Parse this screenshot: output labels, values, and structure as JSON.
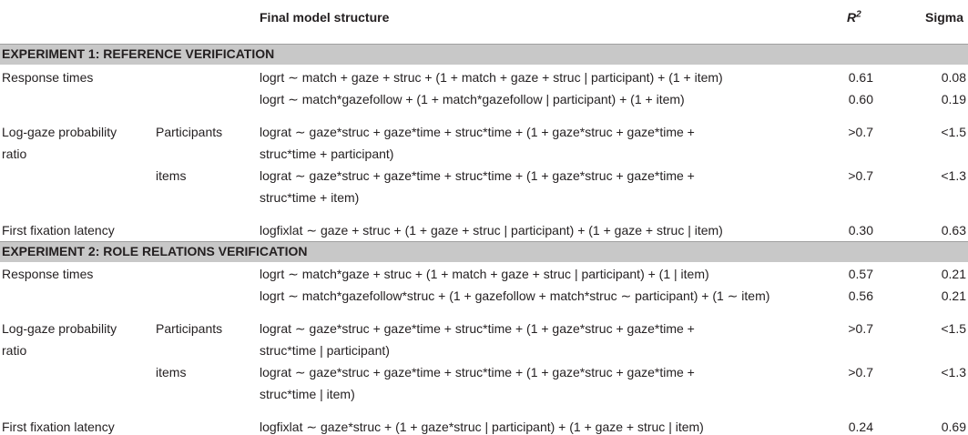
{
  "header": {
    "col_model": "Final model structure",
    "col_r2_base": "R",
    "col_r2_sup": "2",
    "col_sigma": "Sigma"
  },
  "sections": [
    {
      "title": "EXPERIMENT 1: REFERENCE VERIFICATION",
      "rows": [
        {
          "label": "Response times",
          "sub": "",
          "model": [
            "logrt ∼ match + gaze + struc + (1 + match + gaze + struc | participant) + (1 + item)"
          ],
          "r2": "0.61",
          "sigma": "0.08"
        },
        {
          "label": "",
          "sub": "",
          "model": [
            "logrt ∼ match*gazefollow + (1 + match*gazefollow | participant) + (1 + item)"
          ],
          "r2": "0.60",
          "sigma": "0.19"
        },
        {
          "label": "Log-gaze probability",
          "label2": "ratio",
          "sub": "Participants",
          "model": [
            "lograt ∼ gaze*struc + gaze*time + struc*time + (1 + gaze*struc + gaze*time +",
            "struc*time + participant)"
          ],
          "r2": ">0.7",
          "sigma": "<1.5"
        },
        {
          "label": "",
          "sub": "items",
          "model": [
            "lograt ∼ gaze*struc + gaze*time + struc*time + (1 + gaze*struc + gaze*time +",
            "struc*time + item)"
          ],
          "r2": ">0.7",
          "sigma": "<1.3"
        },
        {
          "label": "First fixation latency",
          "sub": "",
          "model": [
            "logfixlat ∼ gaze + struc + (1 + gaze + struc | participant) + (1 + gaze + struc | item)"
          ],
          "r2": "0.30",
          "sigma": "0.63"
        }
      ]
    },
    {
      "title": "EXPERIMENT 2: ROLE RELATIONS VERIFICATION",
      "rows": [
        {
          "label": "Response times",
          "sub": "",
          "model": [
            "logrt ∼ match*gaze + struc + (1 + match + gaze + struc | participant) + (1 | item)"
          ],
          "r2": "0.57",
          "sigma": "0.21"
        },
        {
          "label": "",
          "sub": "",
          "model": [
            "logrt ∼ match*gazefollow*struc + (1 + gazefollow + match*struc ∼ participant) + (1 ∼ item)"
          ],
          "r2": "0.56",
          "sigma": "0.21"
        },
        {
          "label": "Log-gaze probability",
          "label2": "ratio",
          "sub": "Participants",
          "model": [
            "lograt ∼ gaze*struc + gaze*time + struc*time + (1 + gaze*struc + gaze*time +",
            "struc*time | participant)"
          ],
          "r2": ">0.7",
          "sigma": "<1.5"
        },
        {
          "label": "",
          "sub": "items",
          "model": [
            "lograt ∼ gaze*struc + gaze*time + struc*time + (1 + gaze*struc + gaze*time +",
            "struc*time | item)"
          ],
          "r2": ">0.7",
          "sigma": "<1.3"
        },
        {
          "label": "First fixation latency",
          "sub": "",
          "model": [
            "logfixlat ∼ gaze*struc + (1 + gaze*struc | participant) + (1 + gaze + struc | item)"
          ],
          "r2": "0.24",
          "sigma": "0.69"
        }
      ]
    }
  ]
}
